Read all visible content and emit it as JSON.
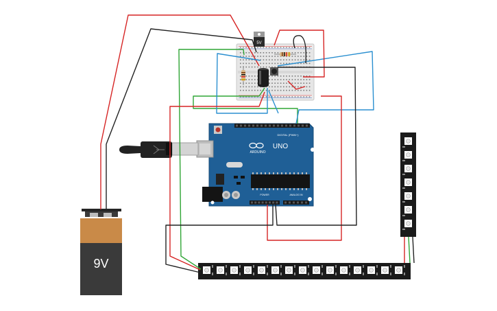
{
  "battery": {
    "label": "9V"
  },
  "regulator": {
    "label": "5V"
  },
  "arduino": {
    "brand": "ARDUINO",
    "model": "UNO",
    "digital_header_label": "DIGITAL (PWM~)",
    "power_header_label": "POWER",
    "analog_header_label": "ANALOG IN"
  },
  "colors": {
    "wire_red": "#d62424",
    "wire_black": "#222222",
    "wire_green": "#2fa535",
    "wire_blue": "#2a8fd0",
    "arduino_board": "#1f5f96",
    "breadboard": "#e8e8e8",
    "battery_top": "#c98a48",
    "battery_body": "#3a3a3a",
    "led_strip": "#1b1b1b"
  }
}
